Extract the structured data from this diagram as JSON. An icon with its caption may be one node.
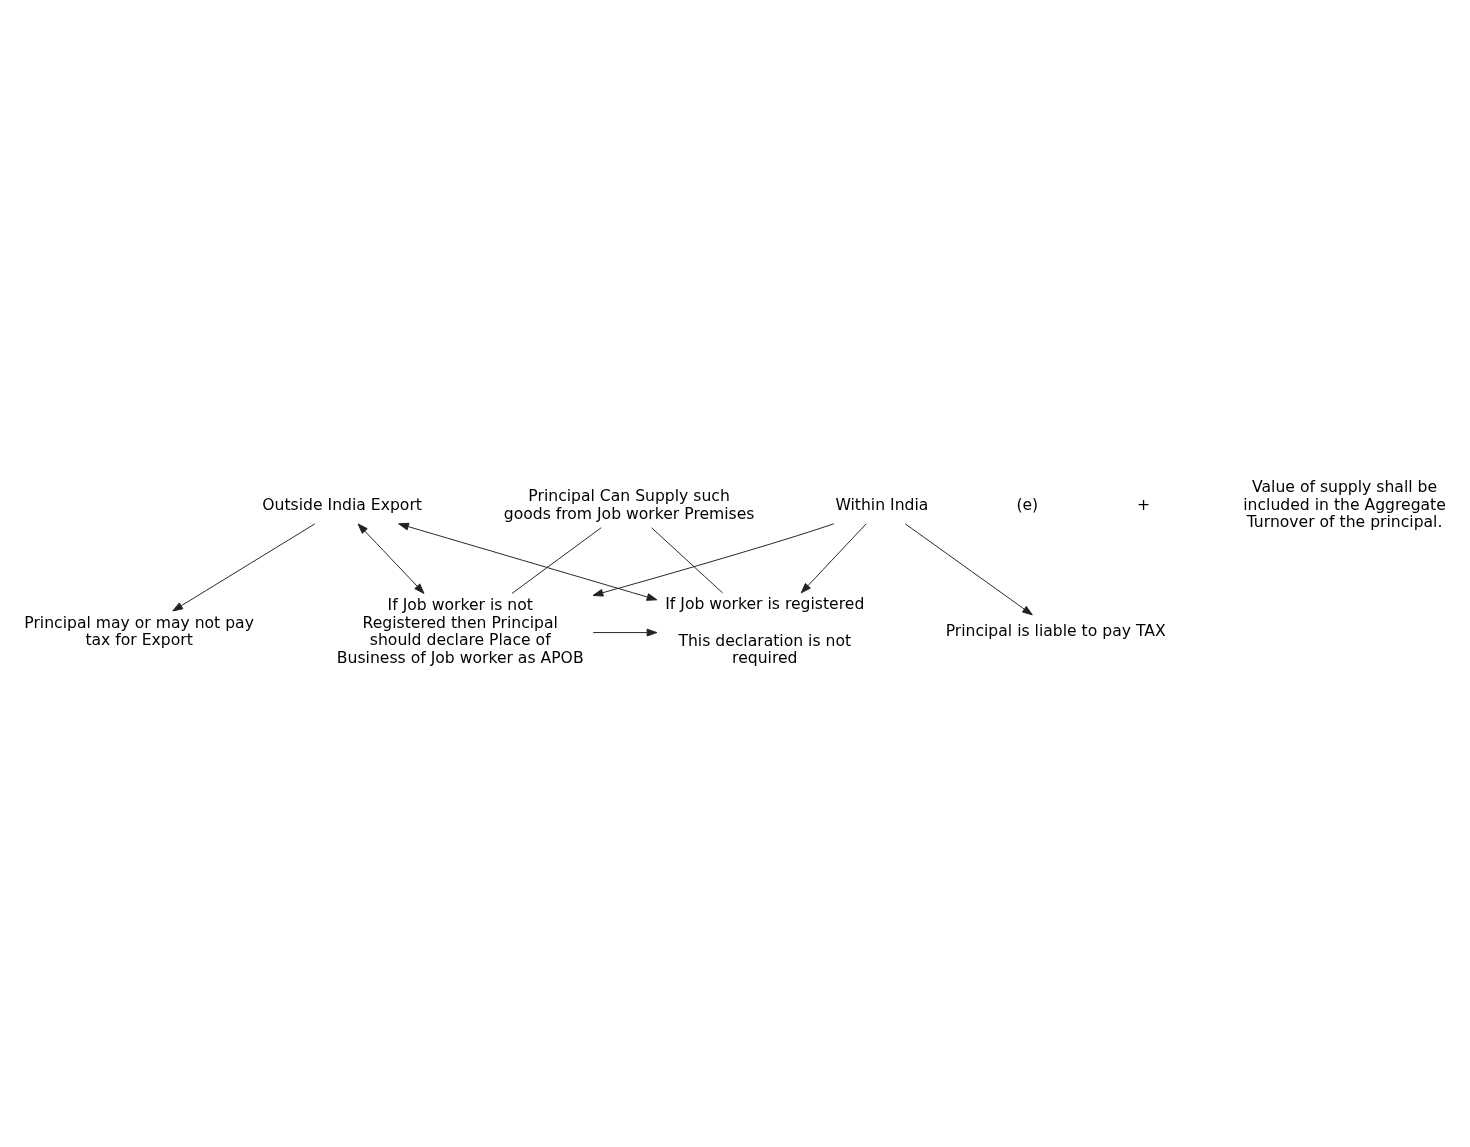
{
  "diagram": {
    "nodes": [
      {
        "text": [
          "Principal Can Supply such goods from Job worker Premises"
        ]
      },
      {
        "text": [
          "If Job worker is not Registered then Principal should declare Place of Business of Job worker as APOB"
        ]
      },
      {
        "text": [
          "If Job worker is registered",
          "This declaration is not required"
        ]
      },
      {
        "text": [
          "Within India"
        ]
      },
      {
        "text": [
          "Outside India Export"
        ]
      },
      {
        "text": [
          "Principal is liable to pay TAX"
        ]
      },
      {
        "text": [
          "Principal may or may not pay tax for Export"
        ]
      }
    ],
    "edges": [
      {
        "from": 0,
        "to": 1,
        "arrow": "none"
      },
      {
        "from": 0,
        "to": 2,
        "arrow": "none"
      },
      {
        "from": 1,
        "to": 2,
        "arrow": "to"
      },
      {
        "from": 3,
        "to": 1,
        "arrow": "to"
      },
      {
        "from": 3,
        "to": 2,
        "arrow": "to"
      },
      {
        "from": 4,
        "to": 1,
        "arrow": "both"
      },
      {
        "from": 4,
        "to": 2,
        "arrow": "both"
      },
      {
        "from": 3,
        "to": 5,
        "arrow": "to"
      },
      {
        "from": 4,
        "to": 6,
        "arrow": "to"
      }
    ],
    "labels": [
      "(e)",
      "+",
      "Value of supply shall be included in the Aggregate Turnover of the principal."
    ]
  }
}
